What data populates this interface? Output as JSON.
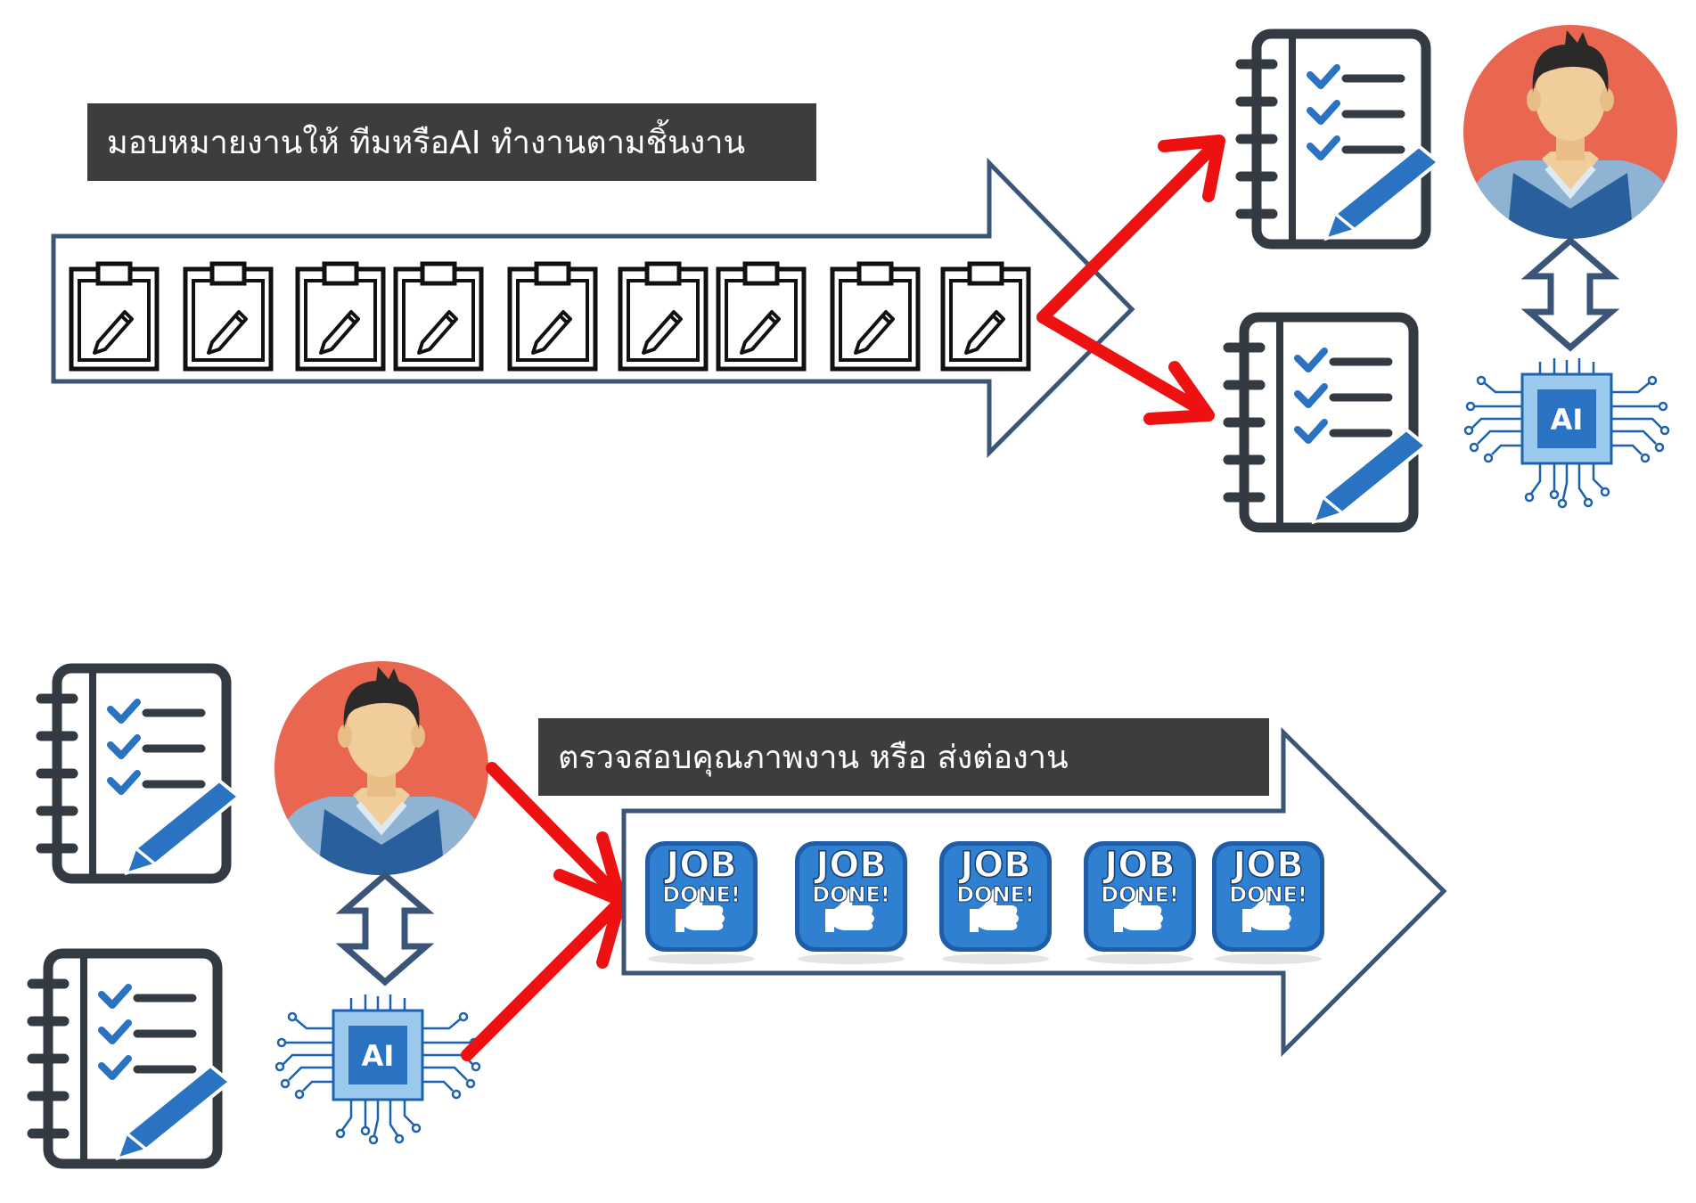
{
  "banner_top": {
    "text": "มอบหมายงานให้ ทีมหรือAI ทำงานตามชิ้นงาน"
  },
  "banner_bottom": {
    "text": "ตรวจสอบคุณภาพงาน หรือ ส่งต่องาน"
  },
  "ai_chip": {
    "label": "AI"
  },
  "job_done": {
    "line1": "JOB",
    "line2": "DONE!"
  },
  "colors": {
    "arrow_outline": "#3b5578",
    "red_arrow": "#ee1111",
    "banner_bg": "#3d3d3d",
    "accent_blue": "#2a73c2",
    "avatar_bg": "#e96650",
    "notebook_ink": "#333a42"
  },
  "icons": [
    "clipboard-icon",
    "notebook-checklist-icon",
    "person-avatar-icon",
    "ai-chip-icon",
    "job-done-badge-icon",
    "double-arrow-icon"
  ]
}
